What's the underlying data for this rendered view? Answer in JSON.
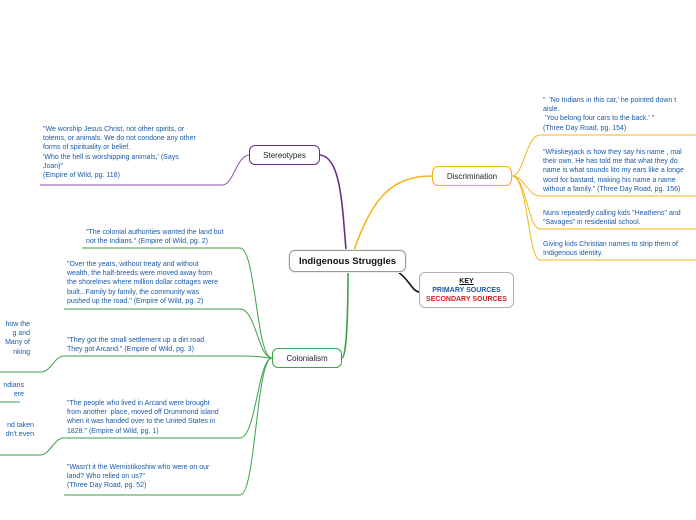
{
  "central": {
    "title": "Indigenous Struggles"
  },
  "key": {
    "heading": "KEY",
    "primary": "PRIMARY SOURCES",
    "secondary": "SECONDARY SOURCES"
  },
  "colors": {
    "stereotypes": "#6a2c8a",
    "discrimination": "#f3b51e",
    "colonialism": "#3aa24a",
    "key": "#111111",
    "primary_text": "#1a5aa6",
    "secondary_text": "#cc1f1f"
  },
  "branches": {
    "stereotypes": {
      "label": "Stereotypes",
      "quotes": [
        "\"We worship Jesus Christ, not other spirits, or\ntotems, or animals. We do not condone any other\nforms of spirituality or belief.\n'Who the hell is worshipping animals,' (Says\nJoan)\"\n(Empire of Wild, pg. 118)"
      ]
    },
    "discrimination": {
      "label": "Discrimination",
      "quotes": [
        "\"  'No Indians in this car,' he pointed down t\naisle.\n 'You belong four cars to the back.' \"\n(Three Day Road, pg. 154)",
        "\"Whiskeyjack is how they say his name , mal\ntheir own. He has told me that what they do\nname is what sounds lito my ears like a longe\nword for bastard, making his name a name\nwithout a family.\" (Three Day Road, pg. 156)",
        "Nuns repeatedly calling kids \"Heathens\" and\n\"Savages\" in residential school.",
        "Giving kids Christian names to strip them of\nIndigenous identity."
      ]
    },
    "colonialism": {
      "label": "Colonialism",
      "quotes": [
        "\"The colonial authorities wanted the land but\nnot the Indians.\" (Empire of Wild, pg. 2)",
        "\"Over the years, without treaty and without\nwealth, the half-breeds were moved away from\nthe shorelines where million dollar cottages were\nbuilt...Family by family, the community was\npushed up the road.\" (Empire of Wild, pg. 2)",
        "\"They got the small settlement up a dirt road.\nThey got Arcand.\" (Empire of Wild, pg. 3)",
        "\"The people who lived in Arcand were brought\nfrom another  place, moved off Drummond island\nwhen it was handed over to the United States in\n1828.\" (Empire of Wild, pg. 1)",
        "\"Wasn't it the Wemistikoshiw who were on our\nland? Who relied on us?\"\n(Three Day Road, pg. 52)"
      ],
      "side_notes": [
        "how the\ng and\nMany of\nnking",
        "ndians\nere",
        "nd taken\ndn't even"
      ]
    }
  }
}
